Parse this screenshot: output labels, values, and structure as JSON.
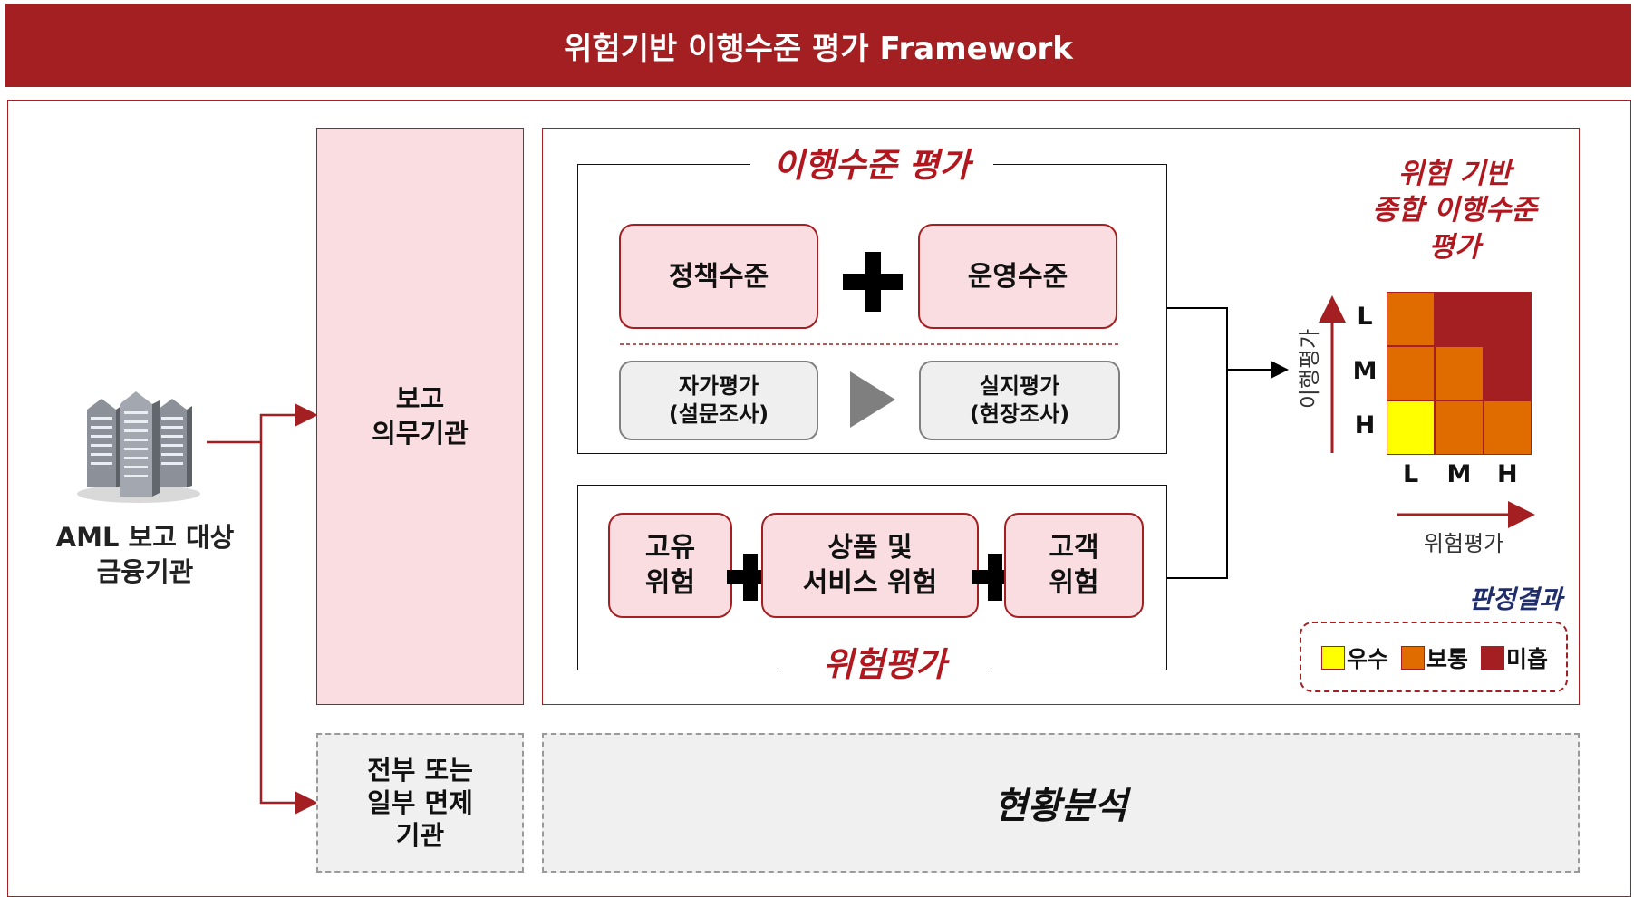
{
  "header": {
    "title": "위험기반 이행수준 평가 Framework"
  },
  "institution": {
    "label_line1": "AML 보고 대상",
    "label_line2": "금융기관"
  },
  "reporting_entity": {
    "label": "보고\n의무기관"
  },
  "exempt_entity": {
    "label": "전부 또는\n일부 면제\n기관"
  },
  "compliance": {
    "title": "이행수준 평가",
    "policy": "정책수준",
    "operation": "운영수준",
    "self_assessment": "자가평가\n(설문조사)",
    "onsite_assessment": "실지평가\n(현장조사)"
  },
  "risk": {
    "title": "위험평가",
    "inherent": "고유\n위험",
    "product_service": "상품 및\n서비스 위험",
    "customer": "고객\n위험"
  },
  "matrix": {
    "title": "위험 기반\n종합 이행수준\n평가",
    "y_axis_label": "이행평가",
    "x_axis_label": "위험평가",
    "rows": [
      "L",
      "M",
      "H"
    ],
    "cols": [
      "L",
      "M",
      "H"
    ],
    "cells": [
      [
        "보통",
        "미흡",
        "미흡"
      ],
      [
        "보통",
        "보통",
        "미흡"
      ],
      [
        "우수",
        "보통",
        "보통"
      ]
    ]
  },
  "legend": {
    "title": "판정결과",
    "items": [
      {
        "label": "우수",
        "color": "#ffff00"
      },
      {
        "label": "보통",
        "color": "#e06c00"
      },
      {
        "label": "미흡",
        "color": "#a31f22"
      }
    ]
  },
  "status": {
    "label": "현황분석"
  },
  "colors": {
    "brand": "#a31f22",
    "pink": "#f9dde0",
    "title_red": "#b0171f",
    "legend_title": "#1f2d6b"
  }
}
